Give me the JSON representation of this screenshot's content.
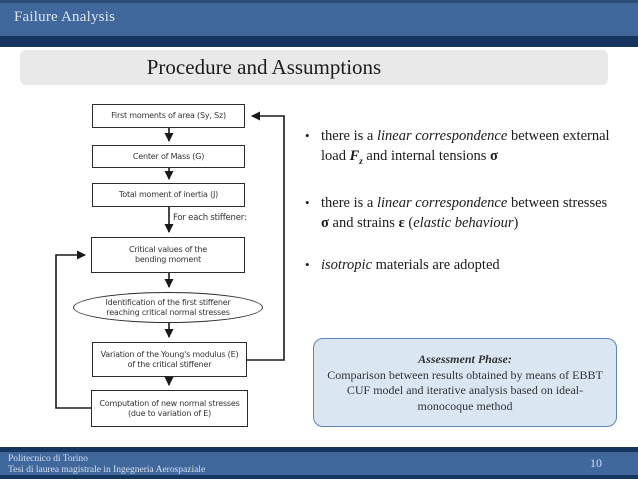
{
  "header": {
    "title": "Failure Analysis"
  },
  "slide": {
    "title": "Procedure and Assumptions"
  },
  "flowchart": {
    "loop_label": "For each stiffener:",
    "nodes": [
      {
        "label": "First moments of area (Sy, Sz)"
      },
      {
        "label": "Center of Mass (G)"
      },
      {
        "label": "Total moment of inertia (J)"
      },
      {
        "label": "Critical values of the\nbending moment"
      },
      {
        "label": "Identification of the first stiffener\nreaching critical normal stresses"
      },
      {
        "label": "Variation of the Young's modulus (E)\nof the critical stiffener"
      },
      {
        "label": "Computation of new normal stresses\n(due to variation of E)"
      }
    ]
  },
  "bullet_marker": "•",
  "bullets": [
    {
      "segments": [
        {
          "t": "there is a ",
          "s": "n"
        },
        {
          "t": "linear correspondence",
          "s": "i"
        },
        {
          "t": " between external load ",
          "s": "n"
        },
        {
          "t": "F",
          "s": "bi"
        },
        {
          "t": "z",
          "s": "bi-sub"
        },
        {
          "t": " and internal tensions ",
          "s": "n"
        },
        {
          "t": "σ",
          "s": "b"
        }
      ]
    },
    {
      "segments": [
        {
          "t": "there is a ",
          "s": "n"
        },
        {
          "t": "linear correspondence",
          "s": "i"
        },
        {
          "t": " between stresses ",
          "s": "n"
        },
        {
          "t": "σ",
          "s": "b"
        },
        {
          "t": "  and strains  ",
          "s": "n"
        },
        {
          "t": "ε",
          "s": "b"
        },
        {
          "t": " (",
          "s": "n"
        },
        {
          "t": "elastic behaviour",
          "s": "i"
        },
        {
          "t": ")",
          "s": "n"
        }
      ]
    },
    {
      "segments": [
        {
          "t": "isotropic",
          "s": "i"
        },
        {
          "t": " materials are adopted",
          "s": "n"
        }
      ]
    }
  ],
  "assessment": {
    "title": "Assessment Phase:",
    "body": "Comparison between results obtained by means of EBBT CUF model and iterative analysis based on ideal-monocoque method"
  },
  "footer": {
    "line1": "Politecnico di Torino",
    "line2": "Tesi di laurea magistrale in Ingegneria Aerospaziale",
    "page": "10"
  },
  "colors": {
    "bar_blue": "#41689c",
    "dark_navy": "#16365e",
    "title_box_gray": "#e9e9e9",
    "assessment_fill": "#dbe6f3",
    "assessment_border": "#5d85b8",
    "flow_line": "#1a1a1a"
  }
}
